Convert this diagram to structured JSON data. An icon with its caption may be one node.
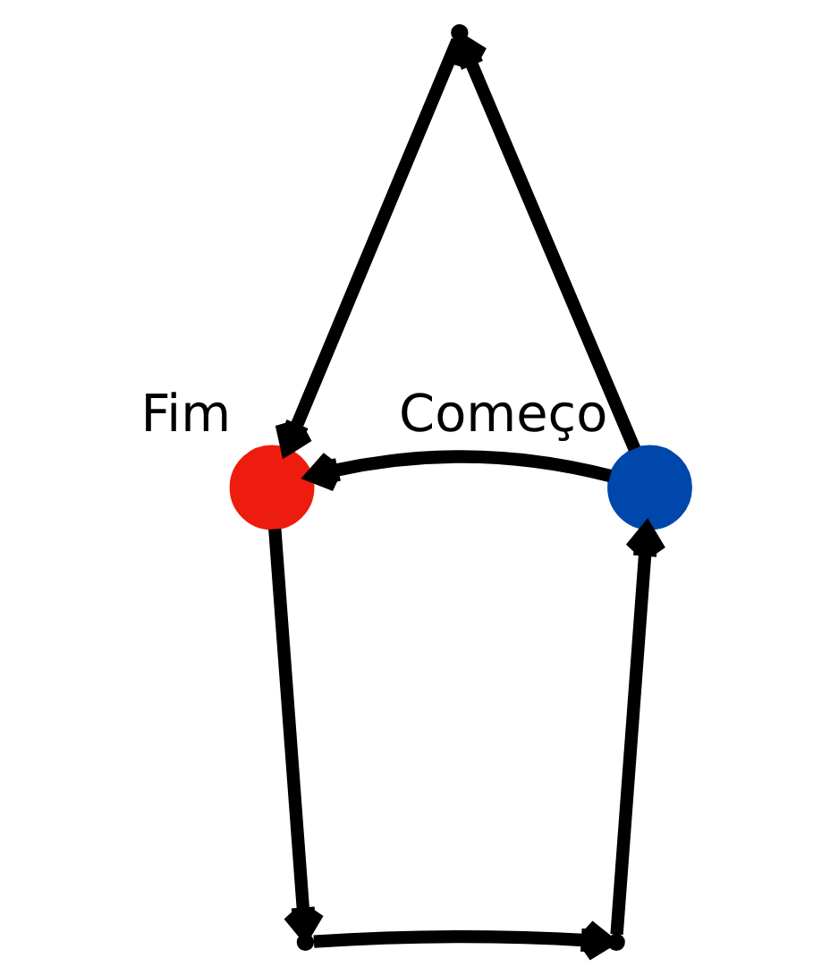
{
  "diagram": {
    "nodes": [
      {
        "text": [
          "Fim"
        ]
      },
      {
        "text": [
          "Começo"
        ]
      },
      {
        "text": [],
        "shape": "point"
      },
      {
        "text": [],
        "shape": "point"
      },
      {
        "text": [],
        "shape": "point"
      }
    ],
    "edges": [
      {
        "from": 1,
        "to": 0,
        "arrow": "to"
      },
      {
        "from": 0,
        "to": 3,
        "arrow": "to"
      },
      {
        "from": 3,
        "to": 4,
        "arrow": "to"
      },
      {
        "from": 4,
        "to": 1,
        "arrow": "to"
      },
      {
        "from": 1,
        "to": 2,
        "arrow": "to"
      },
      {
        "from": 2,
        "to": 0,
        "arrow": "to"
      }
    ]
  }
}
